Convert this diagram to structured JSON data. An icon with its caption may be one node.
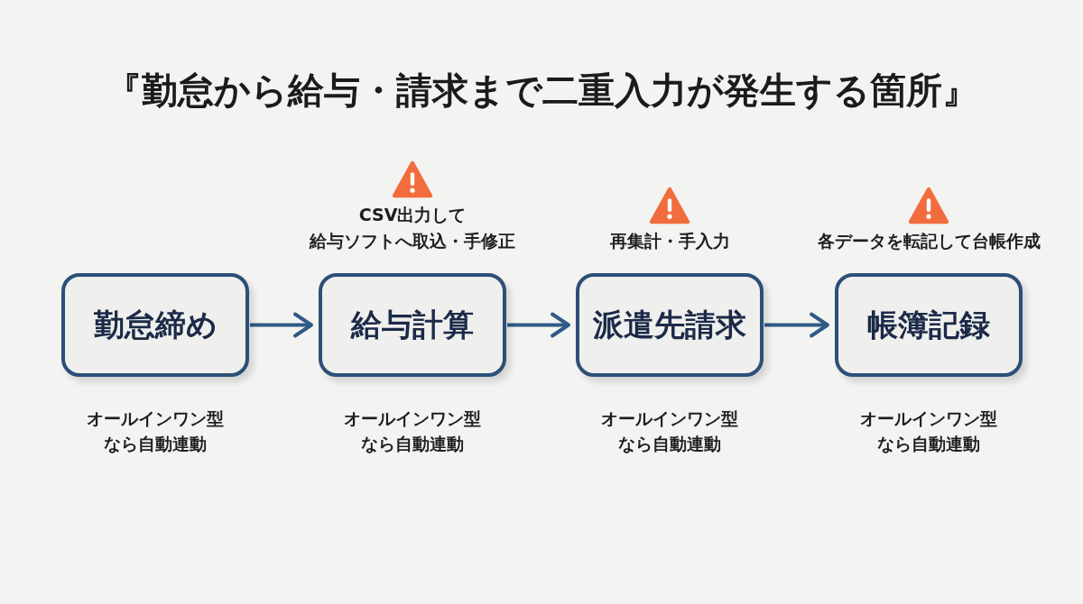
{
  "diagram": {
    "title": "『勤怠から給与・請求まで二重入力が発生する箇所』",
    "nodes": [
      {
        "text": [
          "勤怠締め"
        ],
        "beside": [
          "オールインワン型なら自動連動"
        ]
      },
      {
        "text": [
          "給与計算"
        ],
        "beside": [
          "CSV出力して給与ソフトへ取込・手修正",
          "オールインワン型なら自動連動"
        ]
      },
      {
        "text": [
          "派遣先請求"
        ],
        "beside": [
          "再集計・手入力",
          "オールインワン型なら自動連動"
        ]
      },
      {
        "text": [
          "帳簿記録"
        ],
        "beside": [
          "各データを転記して台帳作成",
          "オールインワン型なら自動連動"
        ]
      }
    ],
    "edges": [
      {
        "from": 0,
        "to": 1,
        "arrow": "to"
      },
      {
        "from": 1,
        "to": 2,
        "arrow": "to"
      },
      {
        "from": 2,
        "to": 3,
        "arrow": "to"
      }
    ]
  }
}
